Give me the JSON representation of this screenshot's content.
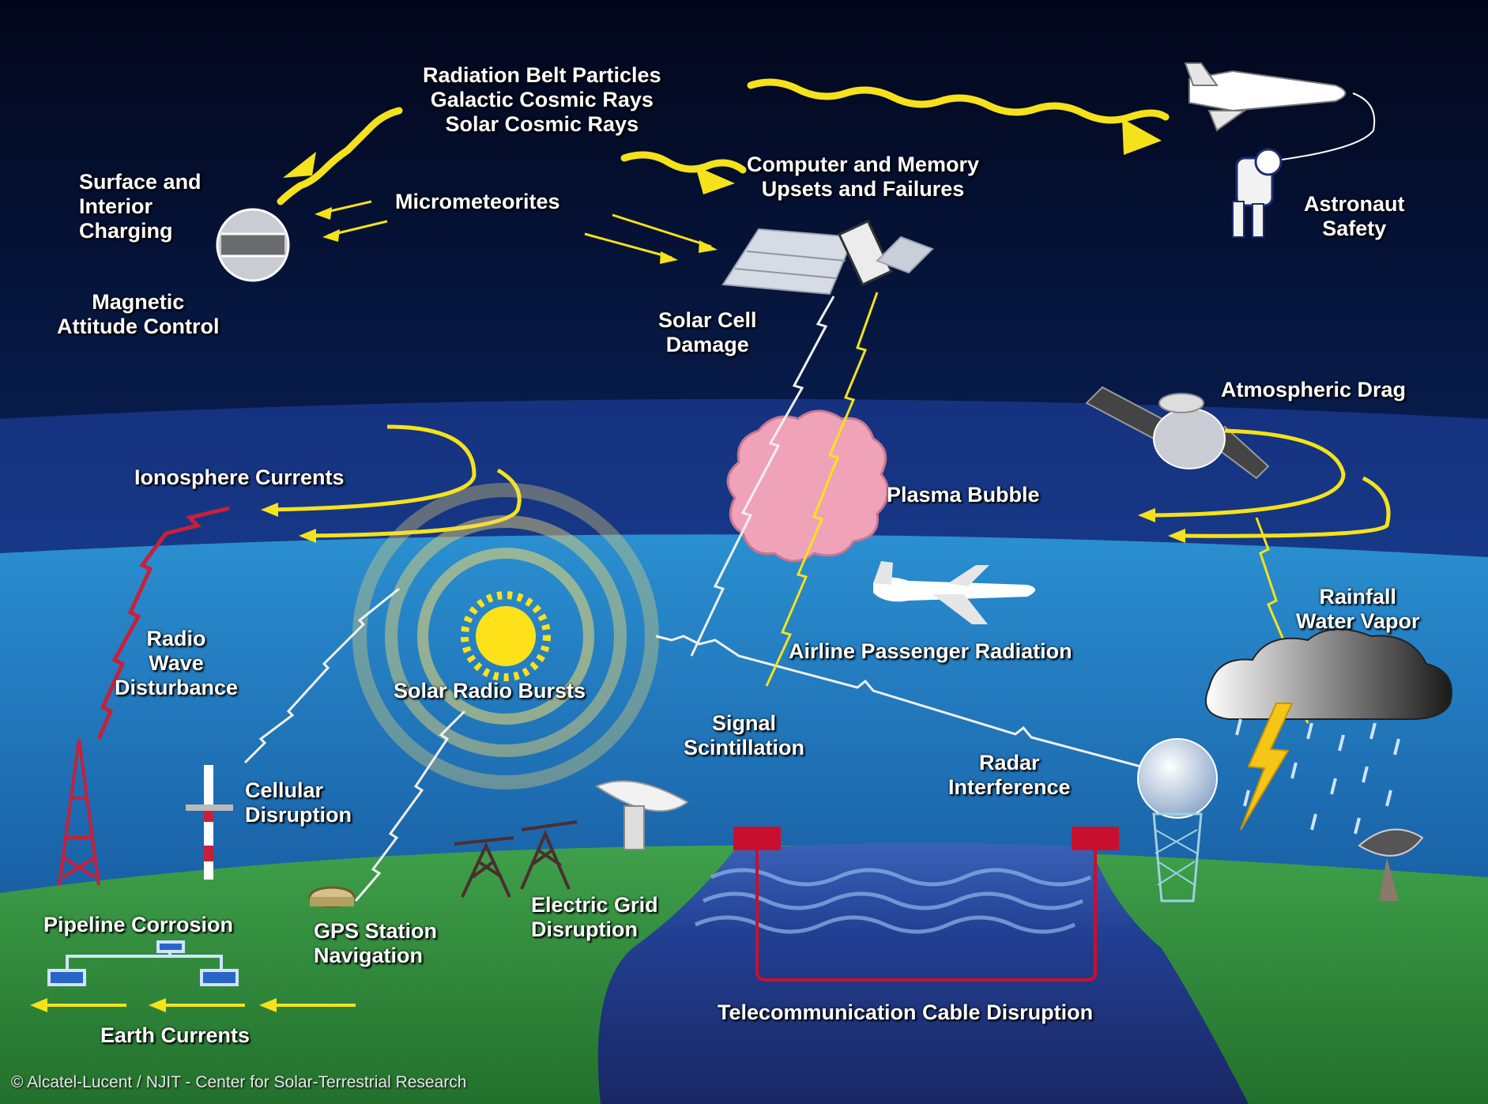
{
  "labels": {
    "radiation": [
      "Radiation Belt Particles",
      "Galactic Cosmic Rays",
      "Solar Cosmic Rays"
    ],
    "computer": [
      "Computer and Memory",
      "Upsets and Failures"
    ],
    "surface_charging": [
      "Surface and",
      "Interior",
      "Charging"
    ],
    "micrometeorites": "Micrometeorites",
    "astronaut": [
      "Astronaut",
      "Safety"
    ],
    "magnetic": [
      "Magnetic",
      "Attitude Control"
    ],
    "solar_cell": [
      "Solar Cell",
      "Damage"
    ],
    "atmospheric_drag": "Atmospheric Drag",
    "ionosphere": "Ionosphere Currents",
    "plasma_bubble": "Plasma Bubble",
    "rainfall": [
      "Rainfall",
      "Water Vapor"
    ],
    "radio_wave": [
      "Radio",
      "Wave",
      "Disturbance"
    ],
    "airline": "Airline Passenger Radiation",
    "solar_radio": "Solar Radio Bursts",
    "signal": [
      "Signal",
      "Scintillation"
    ],
    "radar": [
      "Radar",
      "Interference"
    ],
    "cellular": [
      "Cellular",
      "Disruption"
    ],
    "pipeline": "Pipeline Corrosion",
    "gps": [
      "GPS Station",
      "Navigation"
    ],
    "electric_grid": [
      "Electric Grid",
      "Disruption"
    ],
    "telecom": "Telecommunication Cable Disruption",
    "earth_currents": "Earth Currents"
  },
  "credit": "© Alcatel-Lucent / NJIT - Center for Solar-Terrestrial Research",
  "colors": {
    "space_top": "#02061a",
    "space_bottom": "#0e3b83",
    "ionosphere": "#17348a",
    "atmosphere": "#1d7fc0",
    "land": "#2f8a3c",
    "ocean": "#1c2a6e",
    "arrow_yellow": "#f5e21a",
    "plasma_pink": "#f0a2b8",
    "cable_red": "#c8102e"
  },
  "icons": [
    "satellite-icon",
    "space-shuttle-icon",
    "astronaut-icon",
    "sun-icon",
    "airplane-icon",
    "storm-cloud-icon",
    "radio-tower-icon",
    "cell-tower-icon",
    "radar-dome-icon",
    "satellite-dish-icon",
    "power-pylon-icon",
    "gps-station-icon",
    "pipeline-icon",
    "plasma-bubble-icon"
  ]
}
